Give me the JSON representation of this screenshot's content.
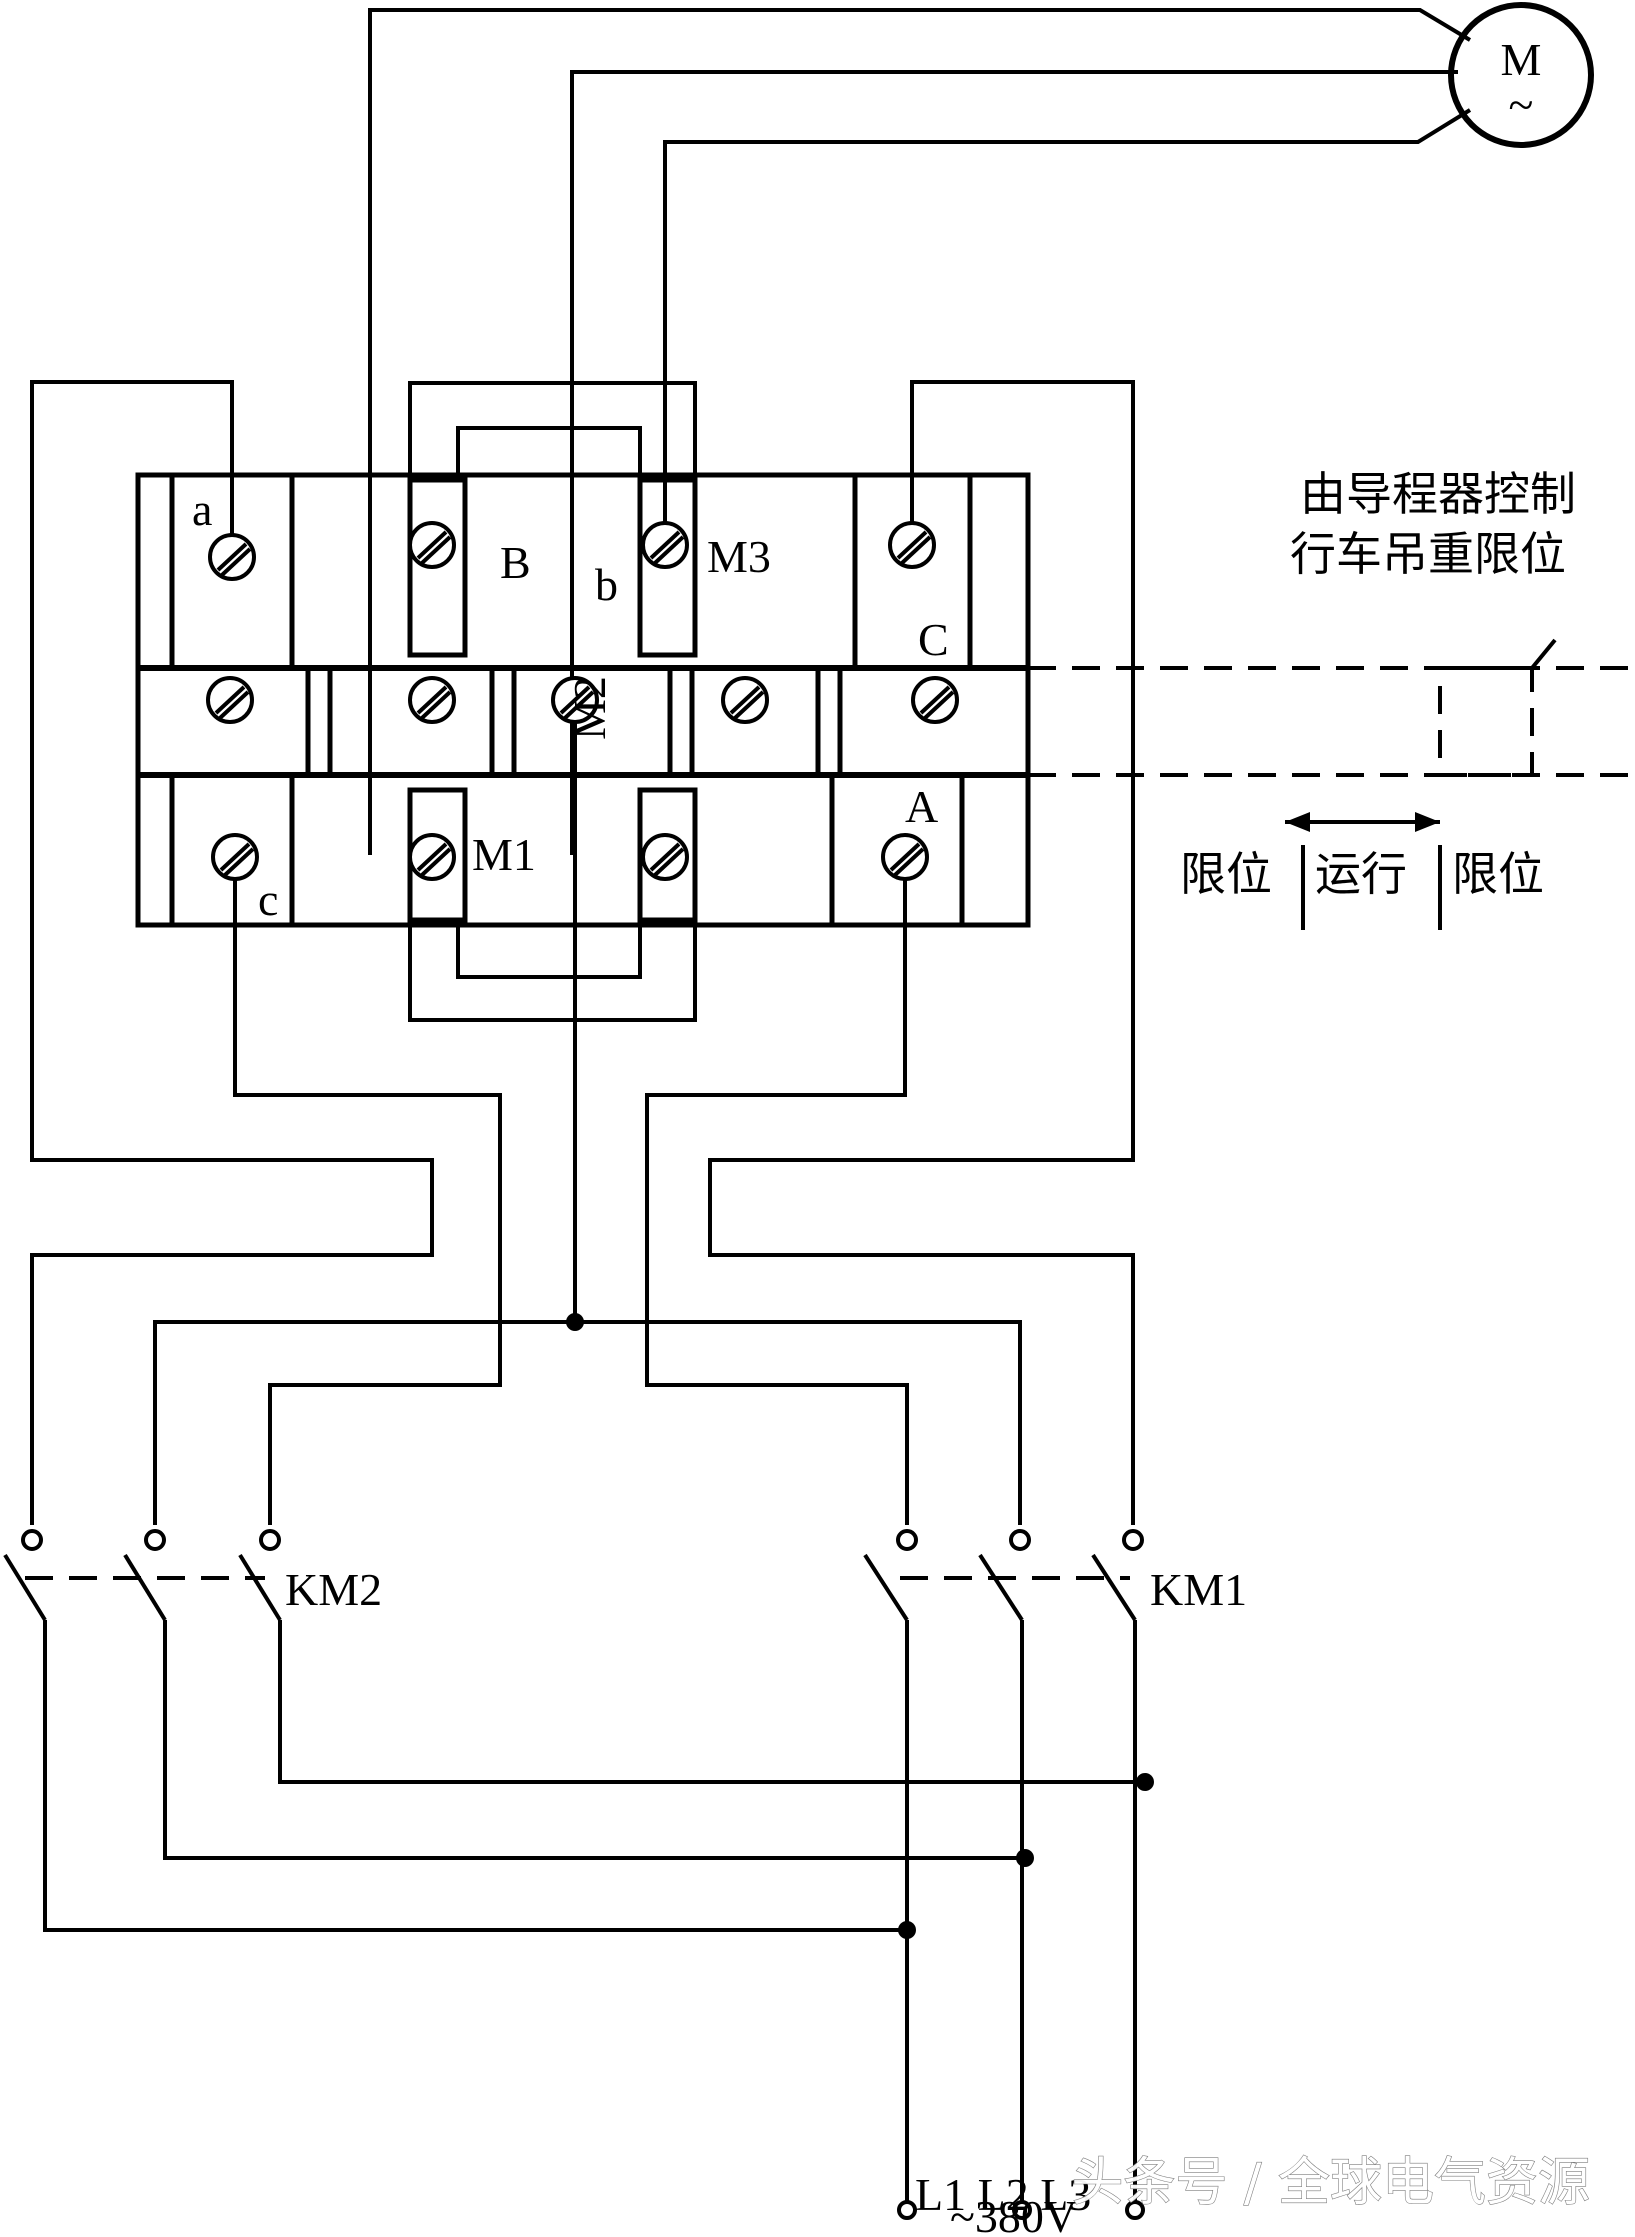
{
  "motor": {
    "symbol": "M",
    "sub": "~"
  },
  "drum_terminals": {
    "top": [
      "a",
      "B",
      "b",
      "M3",
      "C"
    ],
    "middle": [
      "M2"
    ],
    "bottom": [
      "c",
      "M1",
      "A"
    ]
  },
  "note": {
    "line1": "由导程器控制",
    "line2": "行车吊重限位"
  },
  "positions": {
    "left": "限位",
    "center": "运行",
    "right": "限位"
  },
  "contactors": {
    "left": "KM2",
    "right": "KM1"
  },
  "supply": {
    "phases": "L1 L2 L3",
    "voltage": "~380V"
  },
  "watermark": "头条号 / 全球电气资源"
}
